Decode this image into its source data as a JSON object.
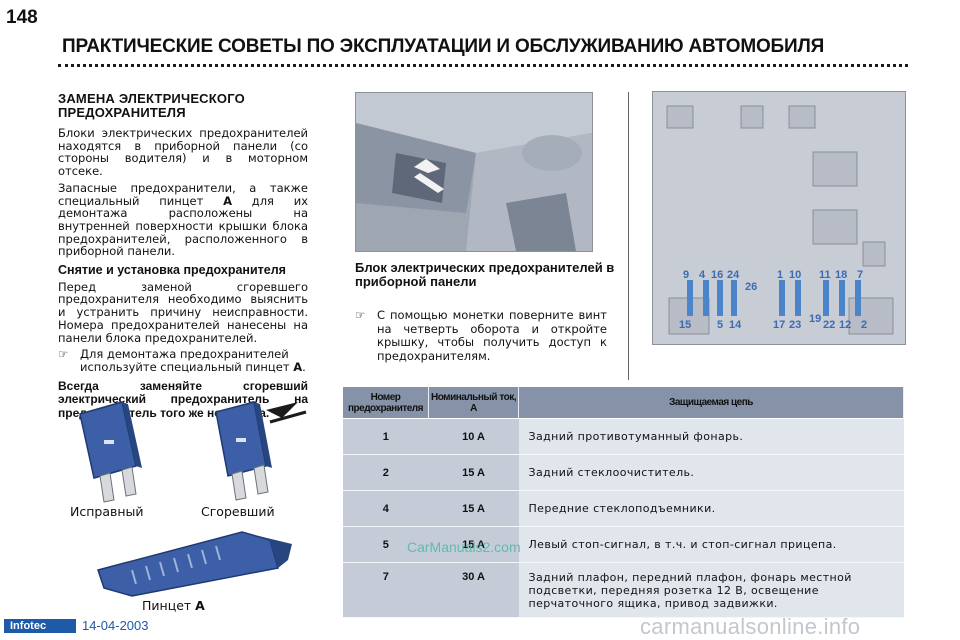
{
  "page_number": "148",
  "title": "ПРАКТИЧЕСКИЕ СОВЕТЫ ПО ЭКСПЛУАТАЦИИ И ОБСЛУЖИВАНИЮ АВТОМОБИЛЯ",
  "left": {
    "heading_line1": "ЗАМЕНА ЭЛЕКТРИЧЕСКОГО",
    "heading_line2": "ПРЕДОХРАНИТЕЛЯ",
    "para1": "Блоки электрических предохранителей находятся в приборной панели (со стороны водителя) и в моторном отсеке.",
    "para2_before": "Запасные предохранители, а также специальный пинцет ",
    "para2_letter": "A",
    "para2_after": " для их демонтажа расположены на внутренней поверхности крышки блока предохранителей, расположенного в приборной панели.",
    "subheading": "Снятие и установка предохранителя",
    "para3": "Перед заменой сгоревшего предохранителя необходимо выяснить и устранить причину неисправности. Номера предохранителей нанесены на панели блока предохранителей.",
    "bullet_mark": "☞",
    "bullet_before": "Для демонтажа предохранителей используйте специальный пинцет ",
    "bullet_letter": "A",
    "bullet_after": ".",
    "warning": "Всегда заменяйте сгоревший электрический предохранитель на предохранитель того же номинала.",
    "caption_good": "Исправный",
    "caption_blown": "Сгоревший",
    "caption_tool": "Пинцет ",
    "caption_tool_letter": "A"
  },
  "middle": {
    "block_title": "Блок электрических предохранителей в приборной панели",
    "bullet_mark": "☞",
    "bullet_text": "С помощью монетки поверните винт на четверть оборота и откройте крышку, чтобы получить доступ к предохранителям."
  },
  "fuse_box": {
    "top_numbers": [
      "9",
      "4",
      "16",
      "24",
      "1",
      "10",
      "11",
      "18",
      "7"
    ],
    "mid_number": "26",
    "bottom_numbers": [
      "15",
      "5",
      "14",
      "17",
      "23",
      "19",
      "22",
      "12",
      "2"
    ]
  },
  "table": {
    "headers": [
      "Номер предохранителя",
      "Номинальный ток, А",
      "Защищаемая цепь"
    ],
    "rows": [
      {
        "num": "1",
        "amp": "10 A",
        "circuit": "Задний противотуманный фонарь."
      },
      {
        "num": "2",
        "amp": "15 A",
        "circuit": "Задний стеклоочиститель."
      },
      {
        "num": "4",
        "amp": "15 A",
        "circuit": "Передние стеклоподъемники."
      },
      {
        "num": "5",
        "amp": "15 A",
        "circuit": "Левый стоп-сигнал, в т.ч. и стоп-сигнал прицепа."
      },
      {
        "num": "7",
        "amp": "30 A",
        "circuit": "Задний плафон, передний плафон, фонарь местной подсветки, передняя розетка 12 В, освещение перчаточного ящика, привод задвижки."
      }
    ]
  },
  "watermark": "CarManuals2.com",
  "footer": {
    "logo": "Infotec",
    "date": "14-04-2003",
    "site": "carmanualsonline.info"
  },
  "colors": {
    "table_header": "#8592a8",
    "table_body": "#e1e5ec",
    "footer_blue": "#1d5aa8",
    "fuse_blue": "#3c5fa8"
  }
}
